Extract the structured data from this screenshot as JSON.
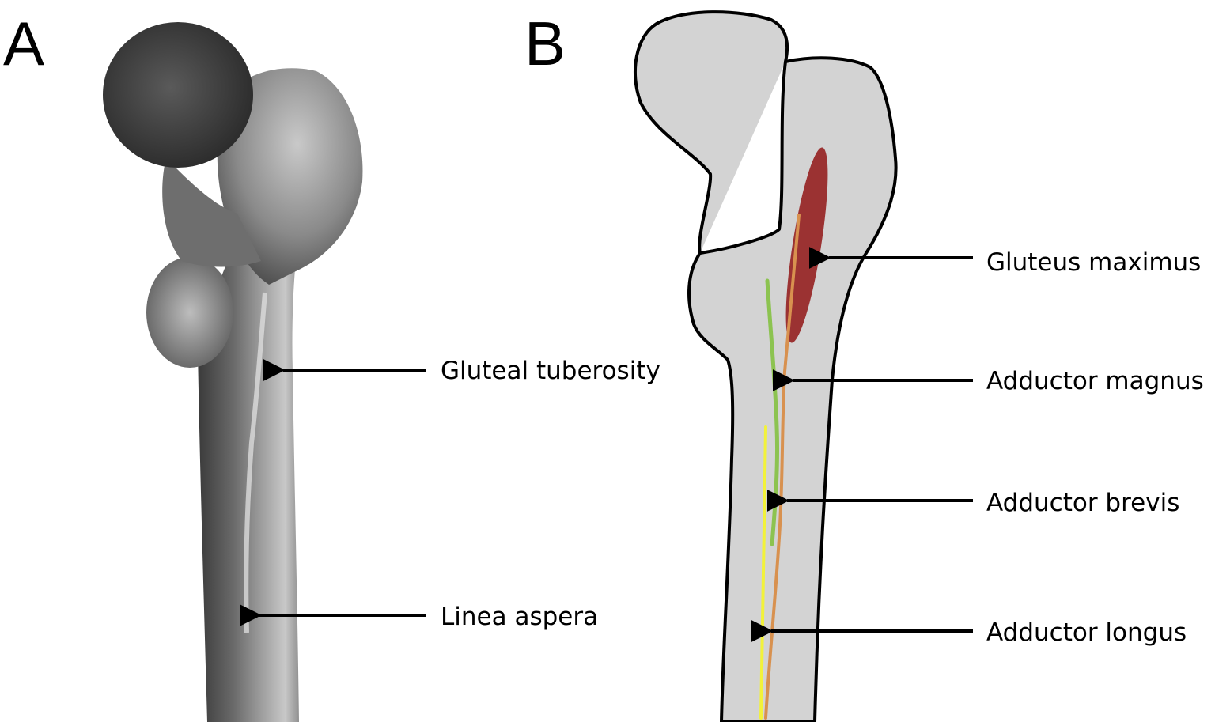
{
  "panels": {
    "a": {
      "letter": "A"
    },
    "b": {
      "letter": "B"
    }
  },
  "photo_labels": {
    "gluteal_tuberosity": "Gluteal tuberosity",
    "linea_aspera": "Linea aspera"
  },
  "diagram_labels": {
    "gluteus_maximus": "Gluteus maximus",
    "adductor_magnus": "Adductor magnus",
    "adductor_brevis": "Adductor brevis",
    "adductor_longus": "Adductor longus"
  },
  "colors": {
    "bone_fill": "#d3d3d3",
    "bone_outline": "#000000",
    "gluteus_maximus": "#9b3232",
    "adductor_magnus": "#d8914f",
    "adductor_brevis": "#8cc350",
    "adductor_longus": "#f2f23a",
    "arrow": "#000000"
  }
}
